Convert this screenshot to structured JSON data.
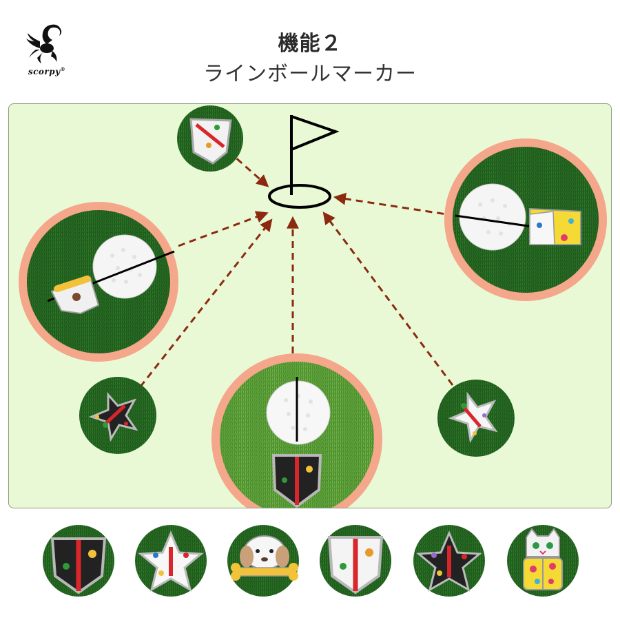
{
  "brand": {
    "logo_text": "scorpy",
    "logo_registered": "®"
  },
  "header": {
    "title": "機能２",
    "subtitle": "ラインボールマーカー"
  },
  "diagram": {
    "icons": [
      "flag-icon",
      "golf-hole-icon",
      "golf-ball-icon",
      "ball-marker-icon"
    ],
    "colors": {
      "panel_bg": "#e9f9d6",
      "turf": "#1f5a1c",
      "ring": "#f4a78a",
      "arrow": "#8b2a0e",
      "line": "#000000"
    }
  },
  "bottom_markers": [
    {
      "icon": "shield-marker-black-icon"
    },
    {
      "icon": "star-marker-white-icon"
    },
    {
      "icon": "dog-bone-marker-icon"
    },
    {
      "icon": "shield-marker-white-icon"
    },
    {
      "icon": "star-marker-black-icon"
    },
    {
      "icon": "cat-marker-icon"
    }
  ]
}
